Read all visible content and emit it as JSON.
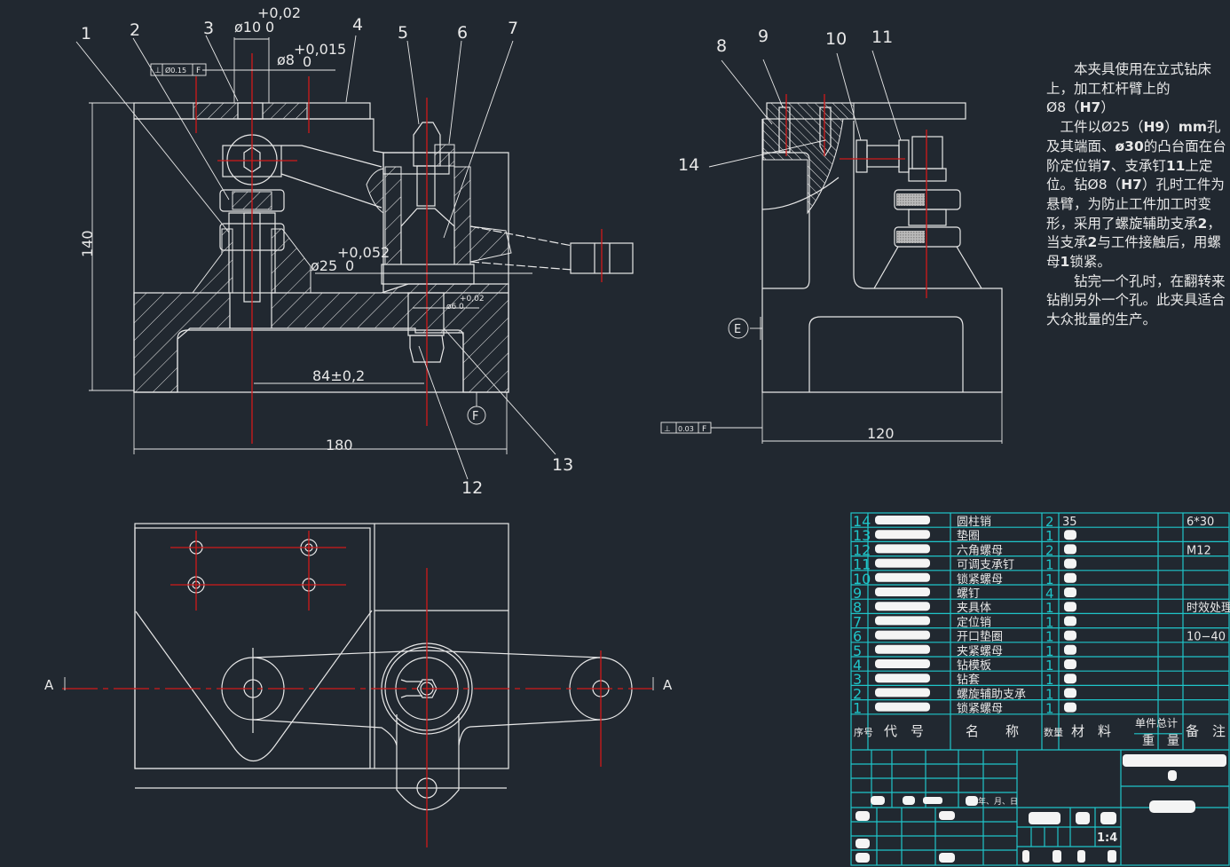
{
  "drawing": {
    "colors": {
      "background": "#212830",
      "line": "#e8e8e8",
      "center_line": "#d11a1a",
      "table_line": "#1fc5c9"
    },
    "front_view": {
      "balloons": [
        "1",
        "2",
        "3",
        "4",
        "5",
        "6",
        "7",
        "12",
        "13"
      ],
      "dims": {
        "bore10_main": "ø10",
        "bore10_lo": "0",
        "bore10_up": "+0,02",
        "bore8_main": "ø8",
        "bore8_lo": "0",
        "bore8_up": "+0,015",
        "bore25_main": "ø25",
        "bore25_lo": "0",
        "bore25_up": "+0,052",
        "bore6_main": "ø6",
        "bore6_lo": "0",
        "bore6_up": "+0,02",
        "height": "140",
        "center_dist": "84±0,2",
        "width": "180"
      },
      "fcf": {
        "symbol": "⊥",
        "tol": "Ø0.15",
        "datum": "F"
      },
      "datum_label": "F"
    },
    "side_view": {
      "balloons": [
        "8",
        "9",
        "10",
        "11",
        "14"
      ],
      "dims": {
        "width": "120"
      },
      "fcf": {
        "symbol": "⊥",
        "tol": "0.03",
        "datum": "F"
      },
      "datum_label": "E"
    },
    "top_view": {
      "section_label_left": "A",
      "section_label_right": "A"
    },
    "notes": {
      "p1_a": "本夹具使用在立式钻床上，加工杠杆臂上的",
      "p1_b": "Ø8（",
      "p1_b_bold": "H7",
      "p1_b_end": "）",
      "p2_a": "工件以Ø25（",
      "p2_h9": "H9",
      "p2_b": "）",
      "p2_mm": "mm",
      "p2_c": "孔及其端面、",
      "p2_phi30": "ø30",
      "p2_d": "的凸台面在台阶定位销",
      "p2_7": "7",
      "p2_e": "、支承钉",
      "p2_11": "11",
      "p2_f": "上定位。钻Ø8（",
      "p2_h7": "H7",
      "p2_g": "）孔时工件为悬臂，为防止工件加工时变形，采用了螺旋辅助支承",
      "p2_2a": "2",
      "p2_h": "，当支承",
      "p2_2b": "2",
      "p2_i": "与工件接触后，用螺母",
      "p2_1": "1",
      "p2_j": "锁紧。",
      "p3": "钻完一个孔时，在翻转来钻削另外一个孔。此夹具适合大众批量的生产。"
    },
    "bom": {
      "rows": [
        {
          "no": "14",
          "name": "圆柱销",
          "qty": "2",
          "material": "35",
          "remark": "6*30"
        },
        {
          "no": "13",
          "name": "垫圈",
          "qty": "1",
          "material": "",
          "remark": ""
        },
        {
          "no": "12",
          "name": "六角螺母",
          "qty": "2",
          "material": "",
          "remark": "M12"
        },
        {
          "no": "11",
          "name": "可调支承钉",
          "qty": "1",
          "material": "",
          "remark": ""
        },
        {
          "no": "10",
          "name": "锁紧螺母",
          "qty": "1",
          "material": "",
          "remark": ""
        },
        {
          "no": "9",
          "name": "螺钉",
          "qty": "4",
          "material": "",
          "remark": ""
        },
        {
          "no": "8",
          "name": "夹具体",
          "qty": "1",
          "material": "",
          "remark": "时效处理"
        },
        {
          "no": "7",
          "name": "定位销",
          "qty": "1",
          "material": "",
          "remark": ""
        },
        {
          "no": "6",
          "name": "开口垫圈",
          "qty": "1",
          "material": "",
          "remark": "10−40"
        },
        {
          "no": "5",
          "name": "夹紧螺母",
          "qty": "1",
          "material": "",
          "remark": ""
        },
        {
          "no": "4",
          "name": "钻模板",
          "qty": "1",
          "material": "",
          "remark": ""
        },
        {
          "no": "3",
          "name": "钻套",
          "qty": "1",
          "material": "",
          "remark": ""
        },
        {
          "no": "2",
          "name": "螺旋辅助支承",
          "qty": "1",
          "material": "",
          "remark": ""
        },
        {
          "no": "1",
          "name": "锁紧螺母",
          "qty": "1",
          "material": "",
          "remark": ""
        }
      ],
      "header": {
        "no": "序号",
        "code": "代　号",
        "name": "名　　称",
        "qty": "数量",
        "material": "材　料",
        "weight_top": "单件总计",
        "weight_bottom": "重　量",
        "remark": "备　注"
      }
    },
    "title_block": {
      "date_label": "年、月、日",
      "scale": "1:4"
    }
  }
}
